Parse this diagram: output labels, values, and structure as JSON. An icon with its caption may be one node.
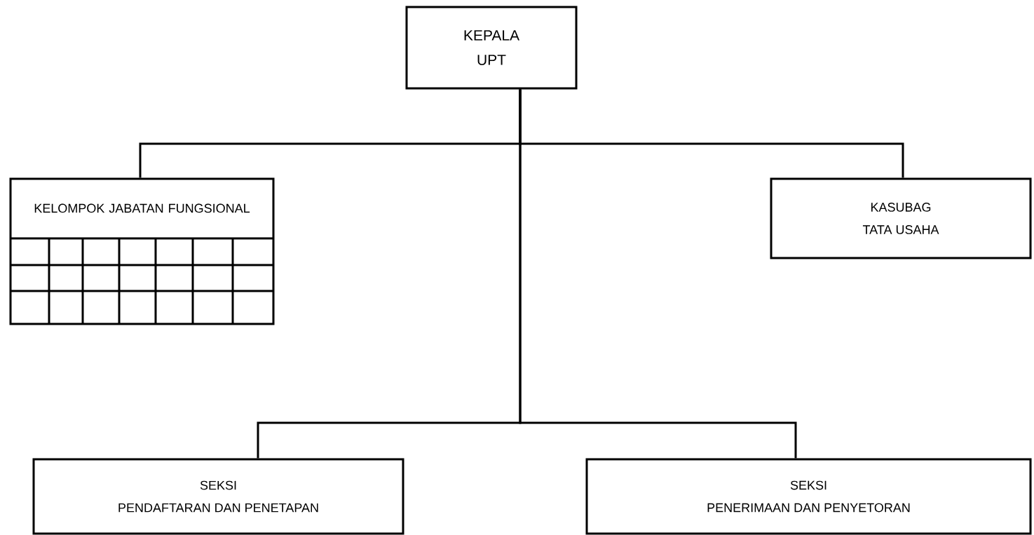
{
  "diagram": {
    "nodes": [
      {
        "text": [
          "KEPALA",
          "UPT"
        ]
      },
      {
        "text": [
          "KELOMPOK JABATAN FUNGSIONAL"
        ]
      },
      {
        "text": [
          "KASUBAG",
          "TATA USAHA"
        ]
      },
      {
        "text": [
          "SEKSI",
          "PENDAFTARAN DAN PENETAPAN"
        ]
      },
      {
        "text": [
          "SEKSI",
          "PENERIMAAN DAN PENYETORAN"
        ]
      }
    ],
    "edges": [
      {
        "from": 0,
        "to": 1,
        "arrow": "none"
      },
      {
        "from": 0,
        "to": 2,
        "arrow": "none"
      },
      {
        "from": 0,
        "to": 3,
        "arrow": "none"
      },
      {
        "from": 0,
        "to": 4,
        "arrow": "none"
      }
    ]
  }
}
